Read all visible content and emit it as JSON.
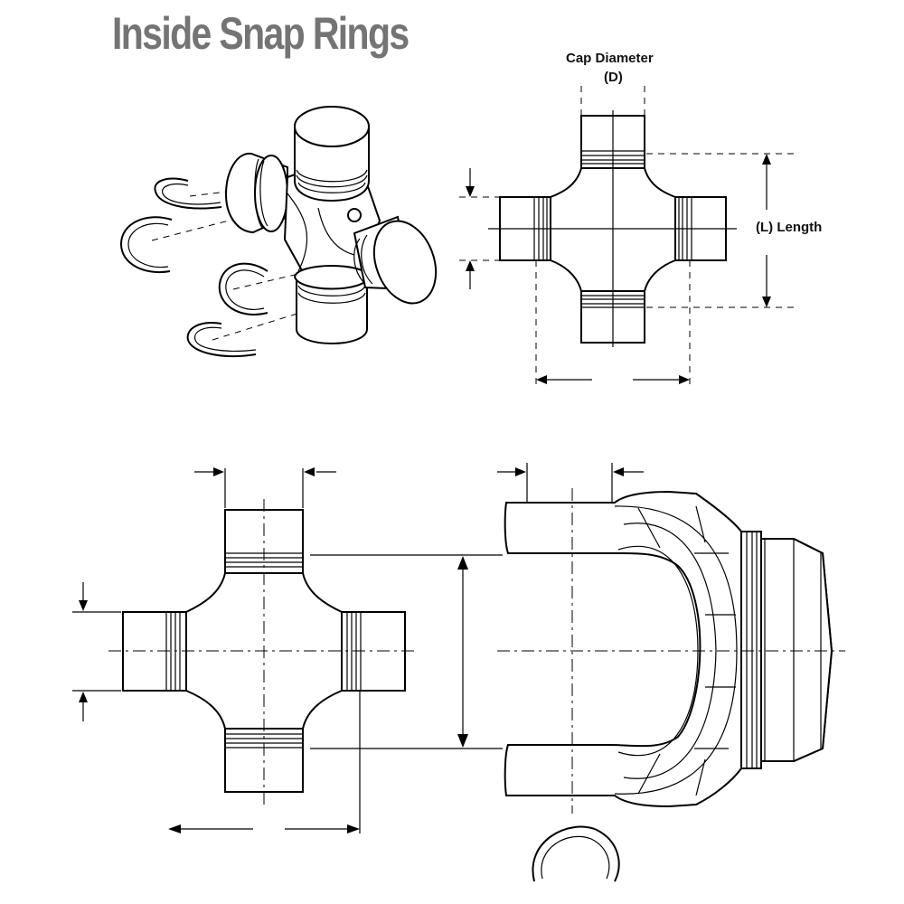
{
  "title": "Inside Snap Rings",
  "labels": {
    "cap_diameter": "Cap Diameter",
    "cap_diameter_symbol": "(D)",
    "length": "(L) Length"
  },
  "views": [
    {
      "name": "isometric-u-joint-with-snap-rings"
    },
    {
      "name": "top-view-u-joint-dimensioned"
    },
    {
      "name": "bottom-u-joint-front-view"
    },
    {
      "name": "yoke-side-view"
    }
  ]
}
